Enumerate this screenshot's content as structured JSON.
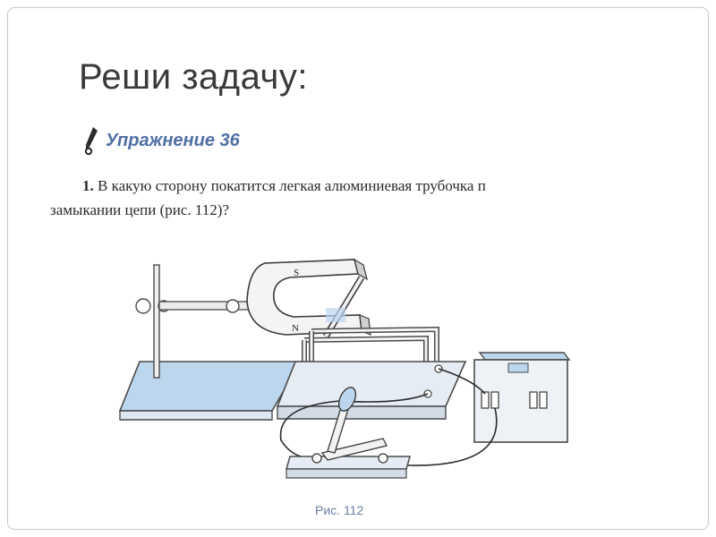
{
  "slide": {
    "title": "Реши задачу:"
  },
  "exercise": {
    "title": "Упражнение 36",
    "number": "1.",
    "line1": "В какую сторону покатится легкая алюминиевая трубочка п",
    "line2": "замыкании цепи (рис. 112)?"
  },
  "figure": {
    "magnet_pole_top": "S",
    "magnet_pole_bottom": "N",
    "caption": "Рис. 112"
  },
  "colors": {
    "title": "#3a3a3a",
    "exercise_title": "#4f6fa6",
    "caption": "#6a7fa8",
    "platform_fill": "#bcd6ee"
  }
}
